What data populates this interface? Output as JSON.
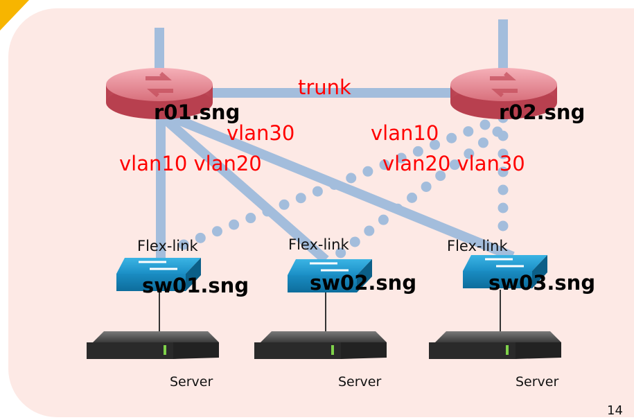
{
  "colors": {
    "panel_fill": "#fde9e5",
    "accent_corner": "#f7b500",
    "link_color": "#a3bddc",
    "label_red": "#ff0000"
  },
  "routers": [
    {
      "name": "r01.sng",
      "icon": "router-icon"
    },
    {
      "name": "r02.sng",
      "icon": "router-icon"
    }
  ],
  "trunk_label": "trunk",
  "vlan_labels": {
    "left_upper": "vlan30",
    "left_lower": "vlan10 vlan20",
    "right_upper": "vlan10",
    "right_lower": "vlan20 vlan30"
  },
  "switches": [
    {
      "name": "sw01.sng",
      "flex_label": "Flex-link",
      "icon": "switch-icon"
    },
    {
      "name": "sw02.sng",
      "flex_label": "Flex-link",
      "icon": "switch-icon"
    },
    {
      "name": "sw03.sng",
      "flex_label": "Flex-link",
      "icon": "switch-icon"
    }
  ],
  "servers": [
    {
      "label": "Server",
      "icon": "server-icon"
    },
    {
      "label": "Server",
      "icon": "server-icon"
    },
    {
      "label": "Server",
      "icon": "server-icon"
    }
  ],
  "page_number": "14"
}
